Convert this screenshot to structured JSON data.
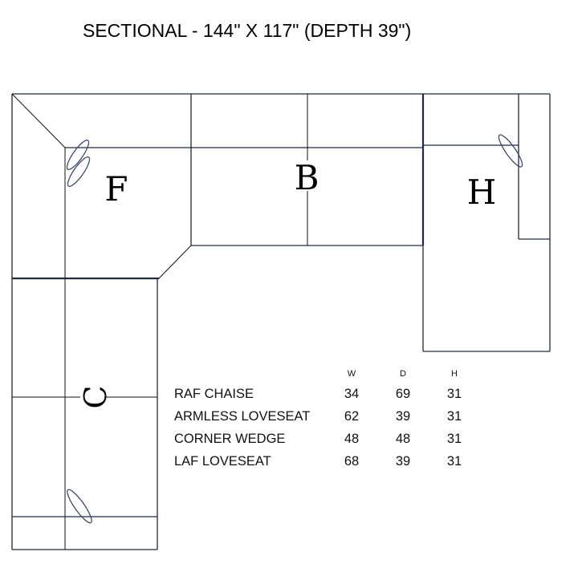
{
  "title": "SECTIONAL - 144\" X 117\" (DEPTH 39\")",
  "pieces": {
    "f": "F",
    "b": "B",
    "h": "H",
    "c": "C"
  },
  "table": {
    "headers": [
      "W",
      "D",
      "H"
    ],
    "rows": [
      {
        "name": "RAF CHAISE",
        "w": "34",
        "d": "69",
        "h": "31"
      },
      {
        "name": "ARMLESS LOVESEAT",
        "w": "62",
        "d": "39",
        "h": "31"
      },
      {
        "name": "CORNER WEDGE",
        "w": "48",
        "d": "48",
        "h": "31"
      },
      {
        "name": "LAF LOVESEAT",
        "w": "68",
        "d": "39",
        "h": "31"
      }
    ]
  },
  "colors": {
    "outline": "#1f2a3c",
    "pillow": "#3a4a66"
  }
}
